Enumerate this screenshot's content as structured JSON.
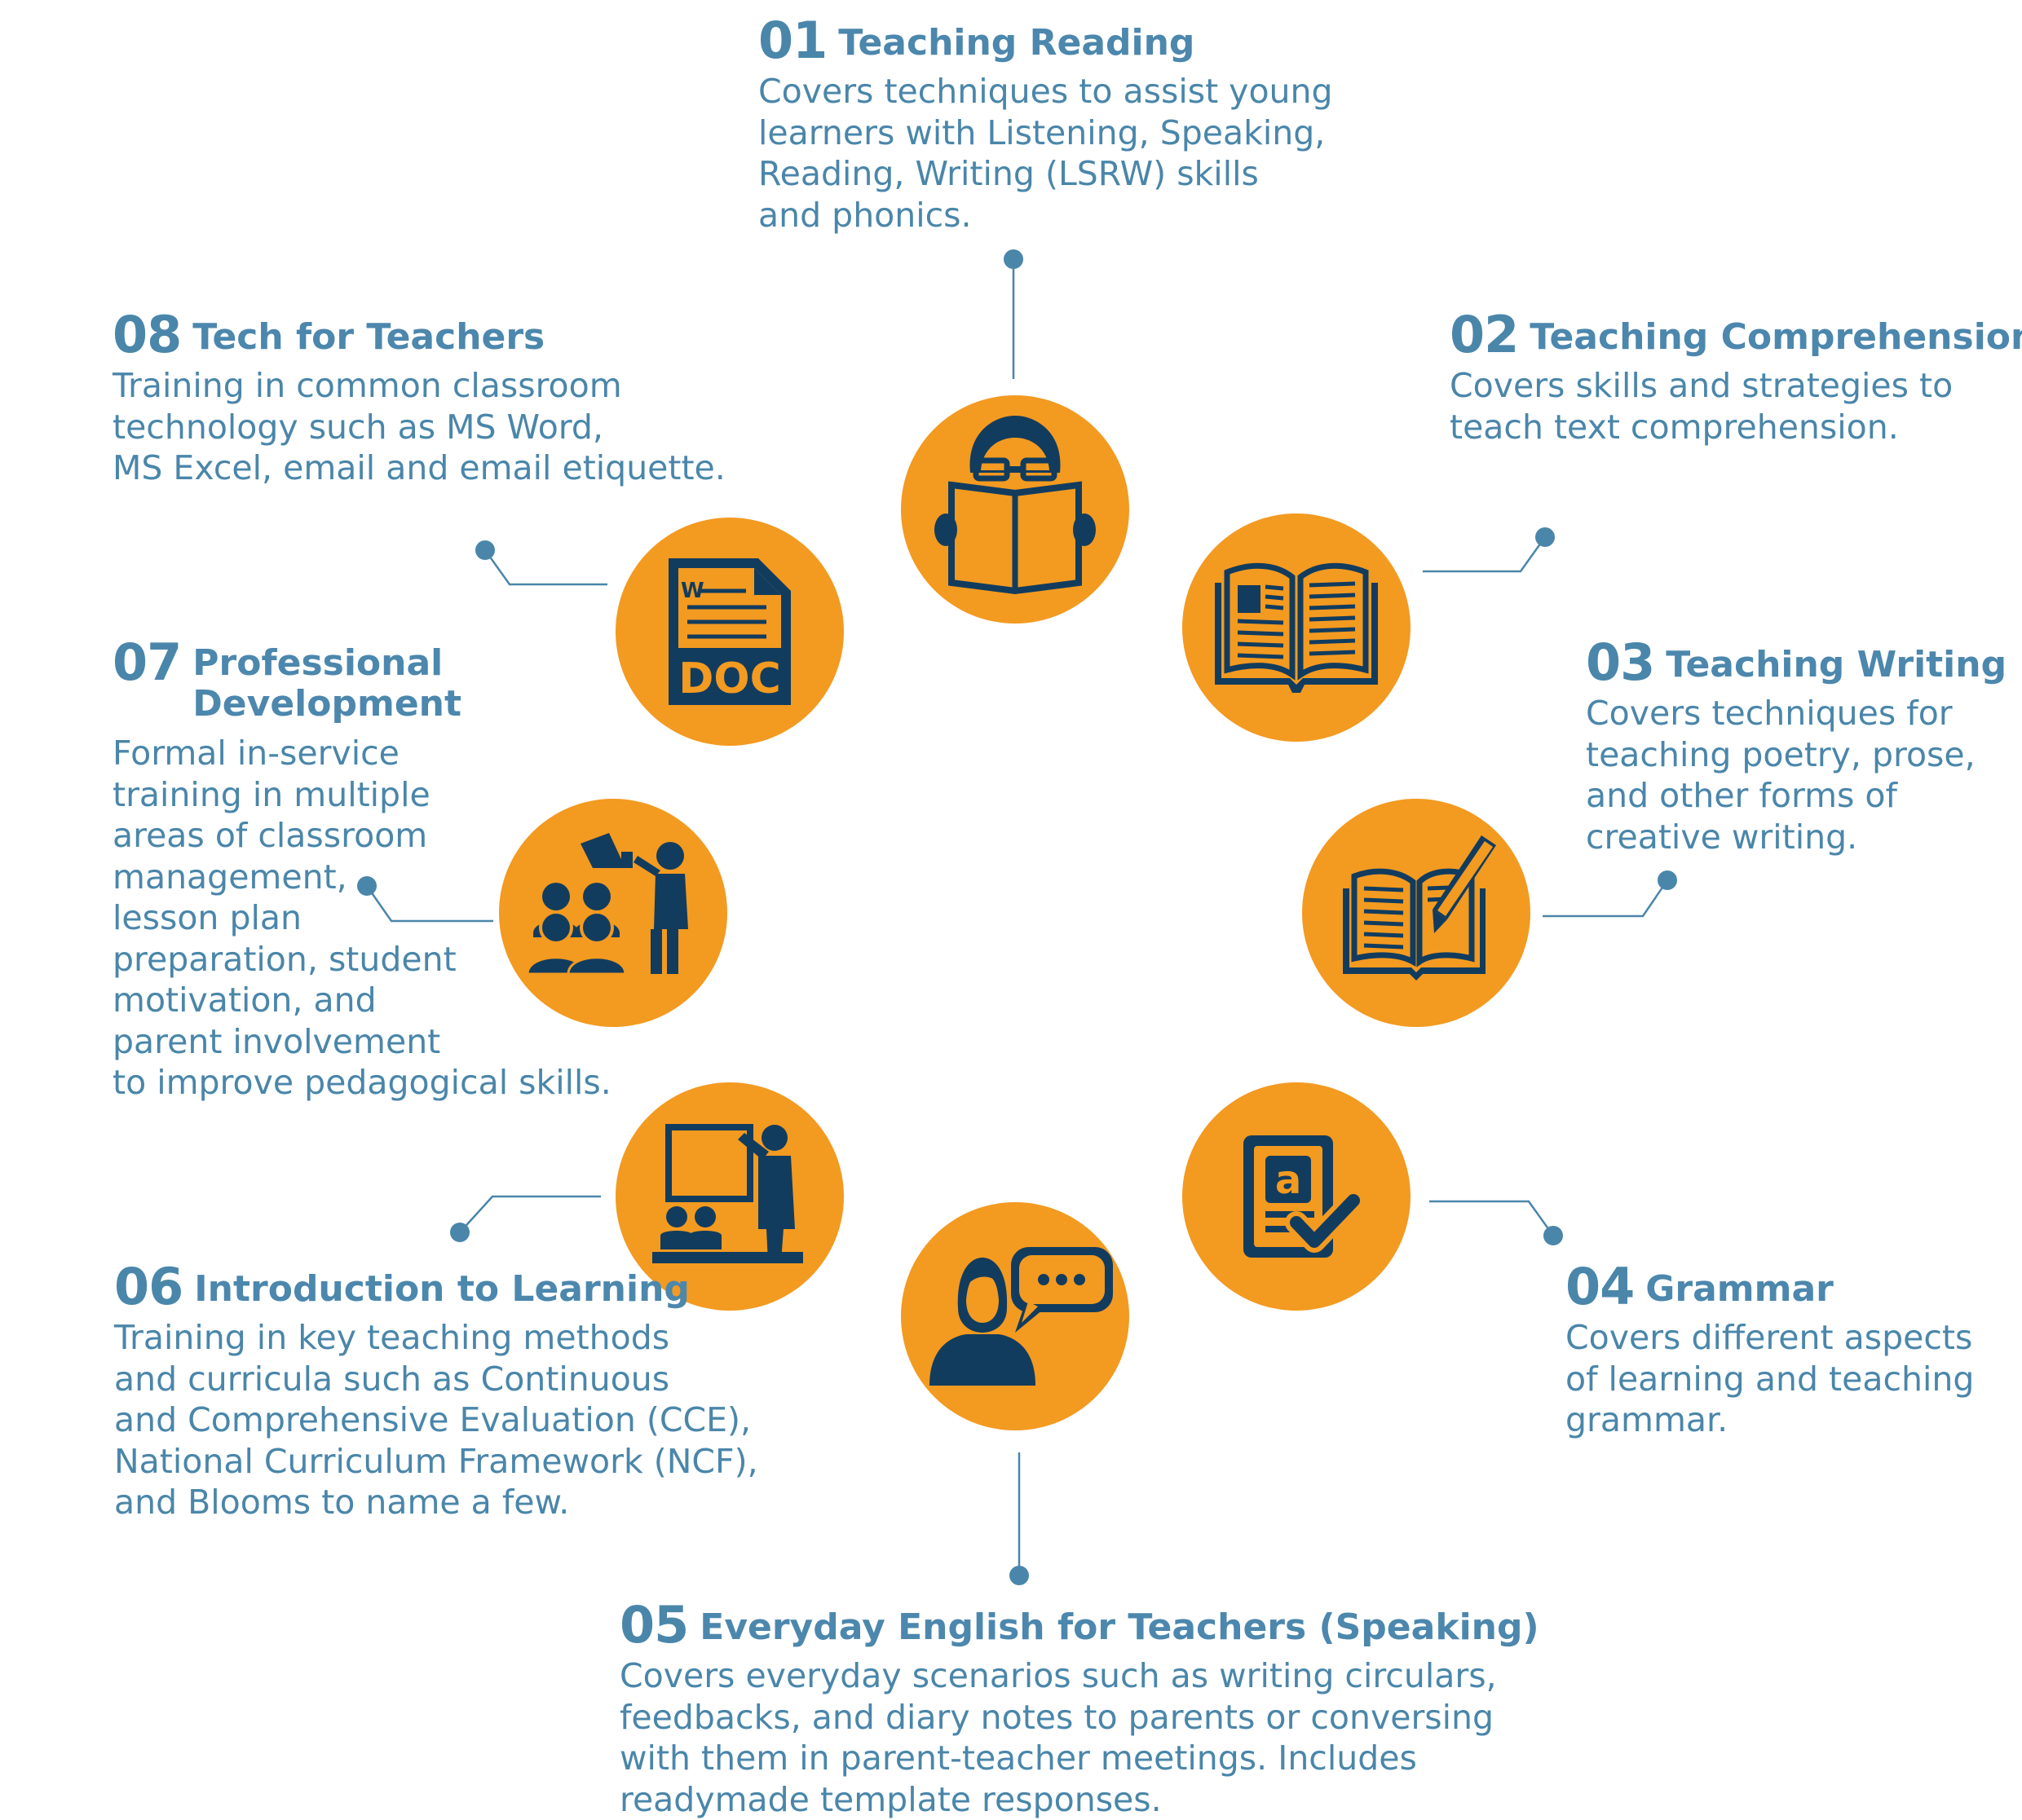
{
  "colors": {
    "circle": "#f39a21",
    "icon": "#123c5e",
    "text": "#4a86aa",
    "connector": "#4a86aa"
  },
  "modules": [
    {
      "num": "01",
      "title": "Teaching Reading",
      "icon": "reading-person-icon",
      "description": "Covers techniques to assist young\nlearners with Listening, Speaking,\nReading, Writing (LSRW) skills\nand phonics."
    },
    {
      "num": "02",
      "title": "Teaching Comprehension",
      "icon": "open-book-icon",
      "description": "Covers skills and strategies to\nteach text comprehension."
    },
    {
      "num": "03",
      "title": "Teaching Writing",
      "icon": "book-pencil-icon",
      "description": "Covers techniques for\nteaching poetry, prose,\nand other forms of\ncreative writing."
    },
    {
      "num": "04",
      "title": "Grammar",
      "icon": "grammar-check-icon",
      "description": "Covers different aspects\nof learning and teaching\ngrammar."
    },
    {
      "num": "05",
      "title": "Everyday English for Teachers (Speaking)",
      "icon": "speaking-person-icon",
      "description": "Covers everyday scenarios such as writing circulars,\nfeedbacks, and diary notes to parents or conversing\nwith them in parent-teacher meetings. Includes\nreadymade template responses."
    },
    {
      "num": "06",
      "title": "Introduction to Learning",
      "icon": "classroom-board-icon",
      "description": "Training in key teaching methods\nand curricula such as Continuous\nand Comprehensive Evaluation (CCE),\nNational Curriculum Framework (NCF),\nand Blooms to name a few."
    },
    {
      "num": "07",
      "title": "Professional Development",
      "icon": "presenter-megaphone-icon",
      "description": "Formal in-service\ntraining in multiple\nareas of classroom\nmanagement,\nlesson plan\npreparation, student\nmotivation, and\nparent involvement\nto improve pedagogical skills."
    },
    {
      "num": "08",
      "title": "Tech for Teachers",
      "icon": "doc-file-icon",
      "description": "Training in common classroom\ntechnology such as MS Word,\nMS Excel, email and email etiquette."
    }
  ],
  "icon_text": {
    "doc_label": "DOC",
    "doc_w": "W",
    "grammar_letter": "a"
  }
}
